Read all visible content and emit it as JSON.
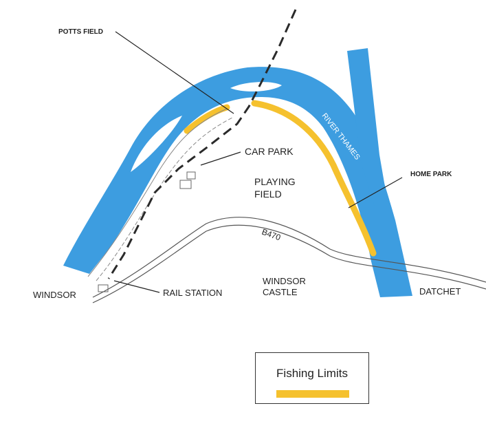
{
  "labels": {
    "potts_field": "POTTS FIELD",
    "car_park": "CAR PARK",
    "playing_field_1": "PLAYING",
    "playing_field_2": "FIELD",
    "river_thames": "RIVER THAMES",
    "home_park": "HOME PARK",
    "road": "B470",
    "windsor": "WINDSOR",
    "rail_station": "RAIL STATION",
    "windsor_castle_1": "WINDSOR",
    "windsor_castle_2": "CASTLE",
    "datchet": "DATCHET"
  },
  "legend": {
    "title": "Fishing Limits",
    "swatch_color": "#f5c12e"
  },
  "colors": {
    "river": "#3d9de0",
    "fishing_limits": "#f5c12e"
  }
}
